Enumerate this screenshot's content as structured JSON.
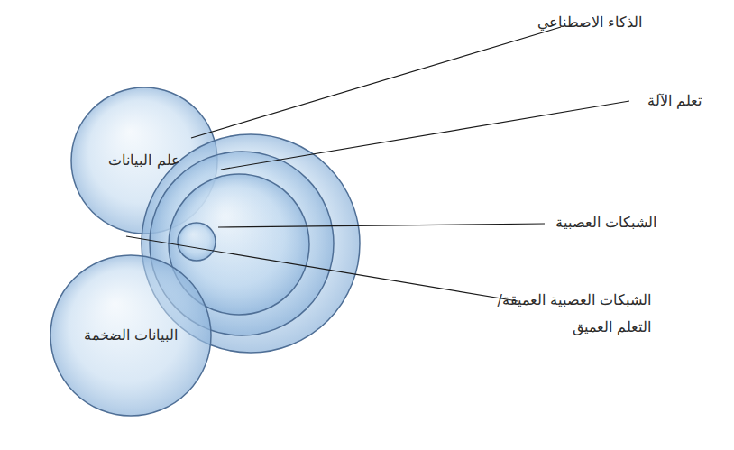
{
  "diagram": {
    "nodes": [
      {
        "text": [
          "علم البيانات"
        ]
      },
      {
        "text": [
          "الذكاء الاصطناعي"
        ]
      },
      {
        "text": [
          "تعلم الآلة"
        ],
        "in": 1
      },
      {
        "text": [
          "الشبكات العصبية"
        ],
        "in": 2
      },
      {
        "text": [
          "الشبكات العصبية العميقة/ التعلم العميق"
        ],
        "in": 3
      },
      {
        "text": [
          "البيانات الضخمة"
        ]
      }
    ]
  }
}
